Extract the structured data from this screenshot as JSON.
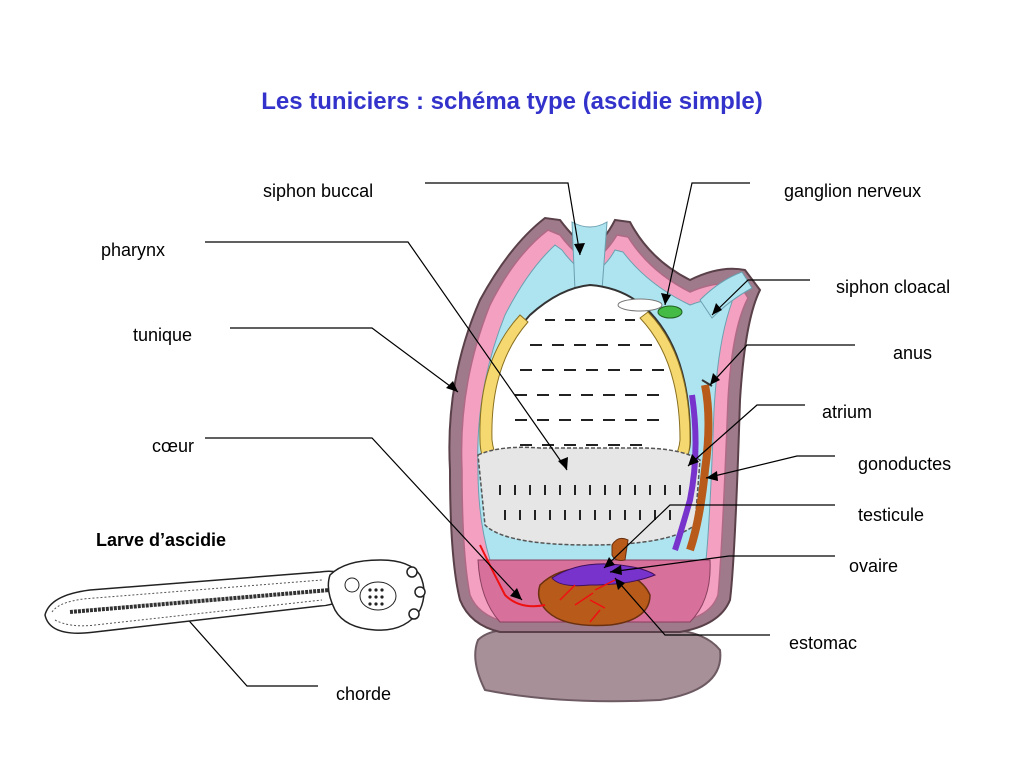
{
  "title": "Les tuniciers : schéma type (ascidie simple)",
  "labels": {
    "siphon_buccal": "siphon buccal",
    "ganglion_nerveux": "ganglion nerveux",
    "pharynx": "pharynx",
    "siphon_cloacal": "siphon cloacal",
    "tunique": "tunique",
    "anus": "anus",
    "atrium": "atrium",
    "coeur": "cœur",
    "gonoductes": "gonoductes",
    "testicule": "testicule",
    "larve_title": "Larve d’ascidie",
    "ovaire": "ovaire",
    "estomac": "estomac",
    "chorde": "chorde"
  },
  "colors": {
    "title": "#3333cc",
    "tunic_outer": "#9e7a8a",
    "tunic_pink": "#f4a0c0",
    "atrium_blue": "#aee4f0",
    "pharynx_white": "#ffffff",
    "base": "#a89098",
    "stomach": "#b85a1a",
    "gonoduct_purple": "#7733cc",
    "heart_red": "#ee1111",
    "ganglion_green": "#44bb44",
    "endostyle_yellow": "#f5d870"
  }
}
